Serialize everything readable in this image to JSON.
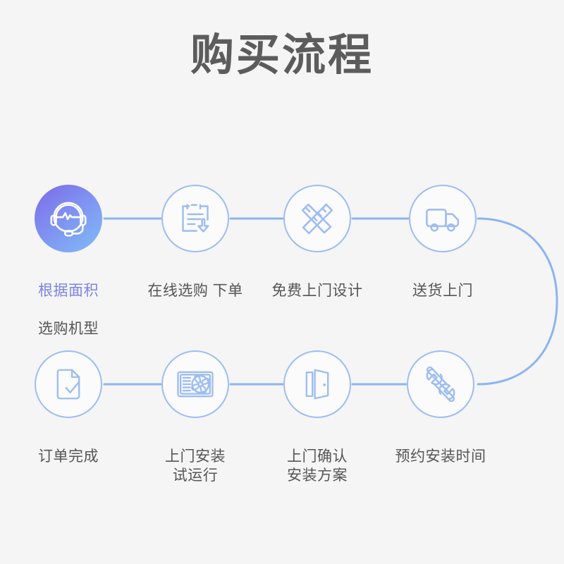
{
  "page": {
    "title": "购买流程",
    "background_color": "#f5f5f5",
    "accent_color": "#7b84e6",
    "line_color": "#8db4f0",
    "circle_stroke_color": "#9dbdf2",
    "label_color": "#555555",
    "title_color": "#5c5c5c"
  },
  "flow": {
    "row1": [
      {
        "index": "1",
        "icon": "headset-icon",
        "label_line1": "根据面积",
        "label_line2": "选购机型",
        "highlighted": "true"
      },
      {
        "index": "2",
        "icon": "order-document-download-icon",
        "label_line1": "在线选购 下单",
        "label_line2": "",
        "highlighted": "false"
      },
      {
        "index": "3",
        "icon": "pencil-ruler-icon",
        "label_line1": "免费上门设计",
        "label_line2": "",
        "highlighted": "false"
      },
      {
        "index": "4",
        "icon": "delivery-truck-icon",
        "label_line1": "送货上门",
        "label_line2": "",
        "highlighted": "false"
      }
    ],
    "row2": [
      {
        "index": "8",
        "icon": "document-check-icon",
        "label_line1": "订单完成",
        "label_line2": "",
        "highlighted": "false"
      },
      {
        "index": "7",
        "icon": "air-conditioner-fan-icon",
        "label_line1": "上门安装",
        "label_line2": "试运行",
        "highlighted": "false"
      },
      {
        "index": "6",
        "icon": "open-door-icon",
        "label_line1": "上门确认",
        "label_line2": "安装方案",
        "highlighted": "false"
      },
      {
        "index": "5",
        "icon": "wrench-screwdriver-icon",
        "label_line1": "预约安装时间",
        "label_line2": "",
        "highlighted": "false"
      }
    ]
  }
}
